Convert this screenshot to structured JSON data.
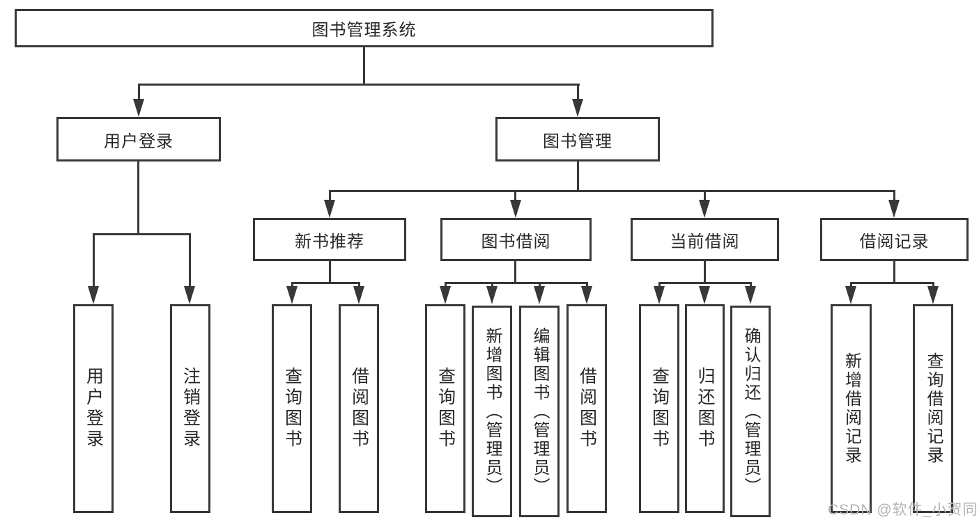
{
  "diagram": {
    "type": "tree-org-chart",
    "colors": {
      "line": "#383838",
      "box_border": "#383838",
      "box_fill": "#ffffff",
      "text": "#262626",
      "watermark": "#b3b3b3",
      "background": "#ffffff"
    },
    "watermark": "CSDN @软件_小贺同学",
    "tree": {
      "label": "图书管理系统",
      "children": [
        {
          "label": "用户登录",
          "children": [
            {
              "label": "用户登录"
            },
            {
              "label": "注销登录"
            }
          ]
        },
        {
          "label": "图书管理",
          "children": [
            {
              "label": "新书推荐",
              "children": [
                {
                  "label": "查询图书"
                },
                {
                  "label": "借阅图书"
                }
              ]
            },
            {
              "label": "图书借阅",
              "children": [
                {
                  "label": "查询图书"
                },
                {
                  "label": "新增图书（管理员）"
                },
                {
                  "label": "编辑图书（管理员）"
                },
                {
                  "label": "借阅图书"
                }
              ]
            },
            {
              "label": "当前借阅",
              "children": [
                {
                  "label": "查询图书"
                },
                {
                  "label": "归还图书"
                },
                {
                  "label": "确认归还（管理员）"
                }
              ]
            },
            {
              "label": "借阅记录",
              "children": [
                {
                  "label": "新增借阅记录"
                },
                {
                  "label": "查询借阅记录"
                }
              ]
            }
          ]
        }
      ]
    }
  }
}
